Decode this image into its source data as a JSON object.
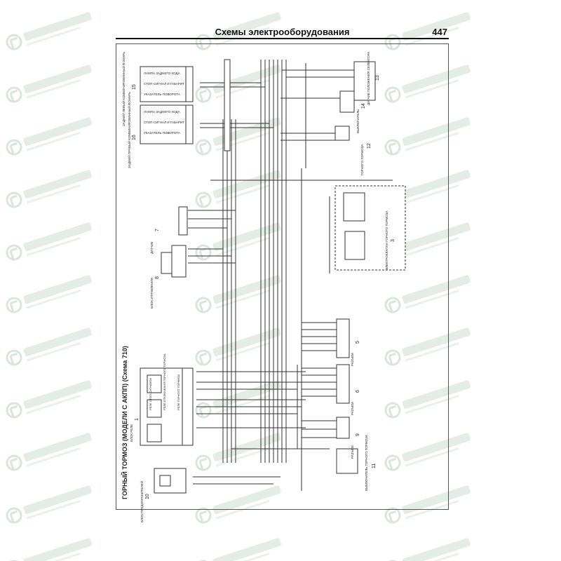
{
  "header": {
    "title": "Схемы электрооборудования",
    "page_number": "447"
  },
  "watermark": "ГиперАвто",
  "diagram": {
    "title": "ГОРНЫЙ ТОРМОЗ (МОДЕЛИ С АКПП) (Схема 710)",
    "components": [
      {
        "num": "15",
        "name": "ЗАДНИЙ ЛЕВЫЙ КОМБИНИРОВАННЫЙ ФОНАРЬ",
        "parts": [
          "ЛАМПА ЗАДНЕГО ХОДА",
          "СТОП-СИГНАЛ И ГАБАРИТ",
          "УКАЗАТЕЛЬ ПОВОРОТА"
        ]
      },
      {
        "num": "16",
        "name": "ЗАДНИЙ ПРАВЫЙ КОМБИНИРОВАННЫЙ ФОНАРЬ",
        "parts": [
          "ЛАМПА ЗАДНЕГО ХОДА",
          "СТОП-СИГНАЛ И ГАБАРИТ",
          "УКАЗАТЕЛЬ ПОВОРОТА"
        ]
      },
      {
        "num": "13",
        "name": "ДАТЧИК ПОЛОЖЕНИЯ СЕЛЕКТОРА"
      },
      {
        "num": "14",
        "name": "ВЫКЛЮЧАТЕЛЬ"
      },
      {
        "num": "12",
        "name": "ГОРНОГО ТОРМОЗА"
      },
      {
        "num": "1",
        "name": "БЛОК РЕЛЕ",
        "parts": [
          "РЕЛЕ СТОП-СИГНАЛОВ",
          "РЕЛЕ ОТКЛЮЧЕНИЯ ГОРНОГО ТОРМОЗА",
          "РЕЛЕ ГОРНОГО ТОРМОЗА"
        ]
      },
      {
        "num": "10",
        "name": "БЛОК ПРЕДОХРАНИТЕЛЕЙ"
      },
      {
        "num": "11",
        "name": "ВЫКЛЮЧАТЕЛЬ ГОРНОГО ТОРМОЗА"
      },
      {
        "num": "7",
        "name": "ДАТЧИК"
      },
      {
        "num": "8",
        "name": "БЛОК УПРАВЛЕНИЯ"
      },
      {
        "num": "3",
        "name": "ЭЛЕКТРОКЛАПАН ГОРНОГО ТОРМОЗА"
      },
      {
        "num": "5",
        "name": "РАЗЪЕМ"
      },
      {
        "num": "6",
        "name": "РАЗЪЕМ"
      },
      {
        "num": "9",
        "name": "РАЗЪЕМ"
      }
    ]
  }
}
